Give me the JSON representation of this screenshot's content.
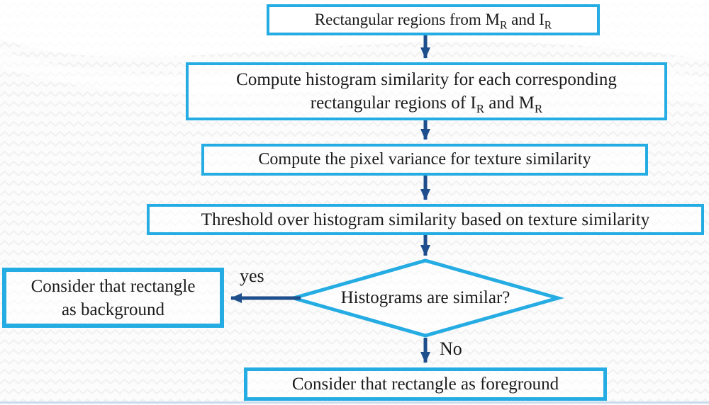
{
  "slide": {
    "background_color": "#fcfcfc",
    "pattern_color": "#f1f1f1",
    "bottom_rule_color": "#ccdcec"
  },
  "colors": {
    "node_border": "#25ACE3",
    "node_fill": "rgba(255,255,255,0.6)",
    "arrow": "#1F4E8C",
    "text": "#1b1b1b"
  },
  "flowchart": {
    "nodes": {
      "start": {
        "parts": [
          "Rectangular regions from M",
          "R",
          " and I",
          "R"
        ]
      },
      "histogram_similarity": {
        "line1": "Compute histogram similarity for each corresponding",
        "line2_parts": [
          "rectangular regions of I",
          "R",
          " and M",
          "R"
        ]
      },
      "pixel_variance": {
        "label": "Compute the pixel variance for texture similarity"
      },
      "threshold": {
        "label": "Threshold over histogram similarity based on texture similarity"
      },
      "decision": {
        "label": "Histograms are similar?"
      },
      "background_result": {
        "line1": "Consider that rectangle",
        "line2": "as background"
      },
      "foreground_result": {
        "label": "Consider that rectangle as foreground"
      }
    },
    "edges": {
      "yes_label": "yes",
      "no_label": "No"
    }
  }
}
